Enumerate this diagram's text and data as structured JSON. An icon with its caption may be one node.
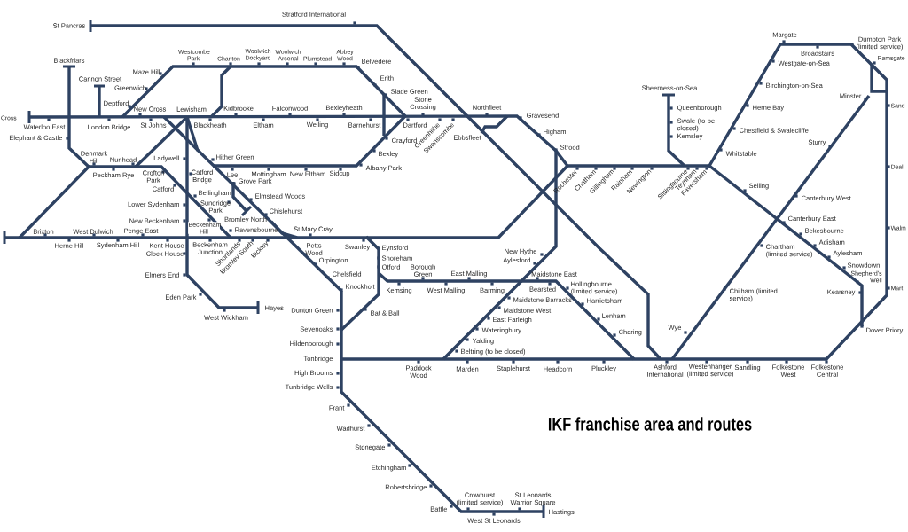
{
  "diagram": {
    "title": "IKF franchise area and routes",
    "labels": [
      "St Pancras",
      "Stratford International",
      "Blackfriars",
      "Westcombe Park",
      "Charlton",
      "Woolwich Dockyard",
      "Woolwich Arsenal",
      "Plumstead",
      "Abbey Wood",
      "Belvedere",
      "Maze Hill",
      "Cannon Street",
      "Greenwich",
      "Erith",
      "Slade Green",
      "Deptford",
      "New Cross",
      "Lewisham",
      "Kidbrooke",
      "Falconwood",
      "Bexleyheath",
      "Stone Crossing",
      "Northfleet",
      "Gravesend",
      "Cross",
      "Waterloo East",
      "London Bridge",
      "St Johns",
      "Blackheath",
      "Eltham",
      "Welling",
      "Barnehurst",
      "Dartford",
      "Greenhithe",
      "Swanscombe",
      "Ebbsfleet",
      "Higham",
      "Strood",
      "Elephant & Castle",
      "Sheerness-on-Sea",
      "Queenborough",
      "Swale (to be closed)",
      "Kemsley",
      "Margate",
      "Broadstairs",
      "Dumpton Park (limited service)",
      "Ramsgate",
      "Westgate-on-Sea",
      "Birchington-on-Sea",
      "Herne Bay",
      "Minster",
      "Sand",
      "Chestfield & Swalecliffe",
      "Whitstable",
      "Sturry",
      "Deal",
      "Rochester",
      "Chatham",
      "Gillingham",
      "Rainham",
      "Newington",
      "Sittingbourne",
      "Teynham",
      "Faversham",
      "Selling",
      "Canterbury West",
      "Canterbury East",
      "Bekesbourne",
      "Adisham",
      "Aylesham",
      "Snowdown",
      "Shepherd's Well",
      "Kearsney",
      "Walm",
      "Mart",
      "Chartham (limited service)",
      "Chilham (limited service)",
      "Wye",
      "Dover Priory",
      "Ashford International",
      "Westenhanger (limited service)",
      "Sandling",
      "Folkestone West",
      "Folkestone Central",
      "Denmark Hill",
      "Nunhead",
      "Ladywell",
      "Hither Green",
      "Peckham Rye",
      "Crofton Park",
      "Catford Bridge",
      "Lee",
      "Mottingham",
      "New Eltham",
      "Sidcup",
      "Albany Park",
      "Bexley",
      "Crayford",
      "Catford",
      "Grove Park",
      "Bellingham",
      "Elmstead Woods",
      "Sundridge Park",
      "Chislehurst",
      "Lower Sydenham",
      "New Beckenham",
      "Bromley North",
      "Brixton",
      "West Dulwich",
      "Penge East",
      "Beckenham Hill",
      "Ravensbourne",
      "St Mary Cray",
      "Herne Hill",
      "Sydenham Hill",
      "Kent House",
      "Clock House",
      "Beckenham Junction",
      "Shortlands",
      "Bromley South",
      "Bickley",
      "Swanley",
      "Petts Wood",
      "Eynsford",
      "Shoreham",
      "Otford",
      "Orpington",
      "Chelsfield",
      "Knockholt",
      "Borough Green",
      "East Malling",
      "Maidstone East",
      "New Hythe",
      "Aylesford",
      "Kemsing",
      "West Malling",
      "Barming",
      "Bearsted",
      "Hollingbourne (limited service)",
      "Bat & Ball",
      "Dunton Green",
      "Maidstone Barracks",
      "Harrietsham",
      "Maidstone West",
      "Sevenoaks",
      "Lenham",
      "East Farleigh",
      "Wateringbury",
      "Hildenborough",
      "Charing",
      "Yalding",
      "Beltring (to be closed)",
      "Tonbridge",
      "Paddock Wood",
      "Marden",
      "Staplehurst",
      "Headcorn",
      "Pluckley",
      "High Brooms",
      "Tunbridge Wells",
      "Elmers End",
      "Eden Park",
      "Hayes",
      "West Wickham",
      "Frant",
      "Wadhurst",
      "Stonegate",
      "Etchingham",
      "Robertsbridge",
      "Battle",
      "Crowhurst (limited service)",
      "St Leonards Warrior Square",
      "West St Leonards",
      "Hastings"
    ]
  }
}
